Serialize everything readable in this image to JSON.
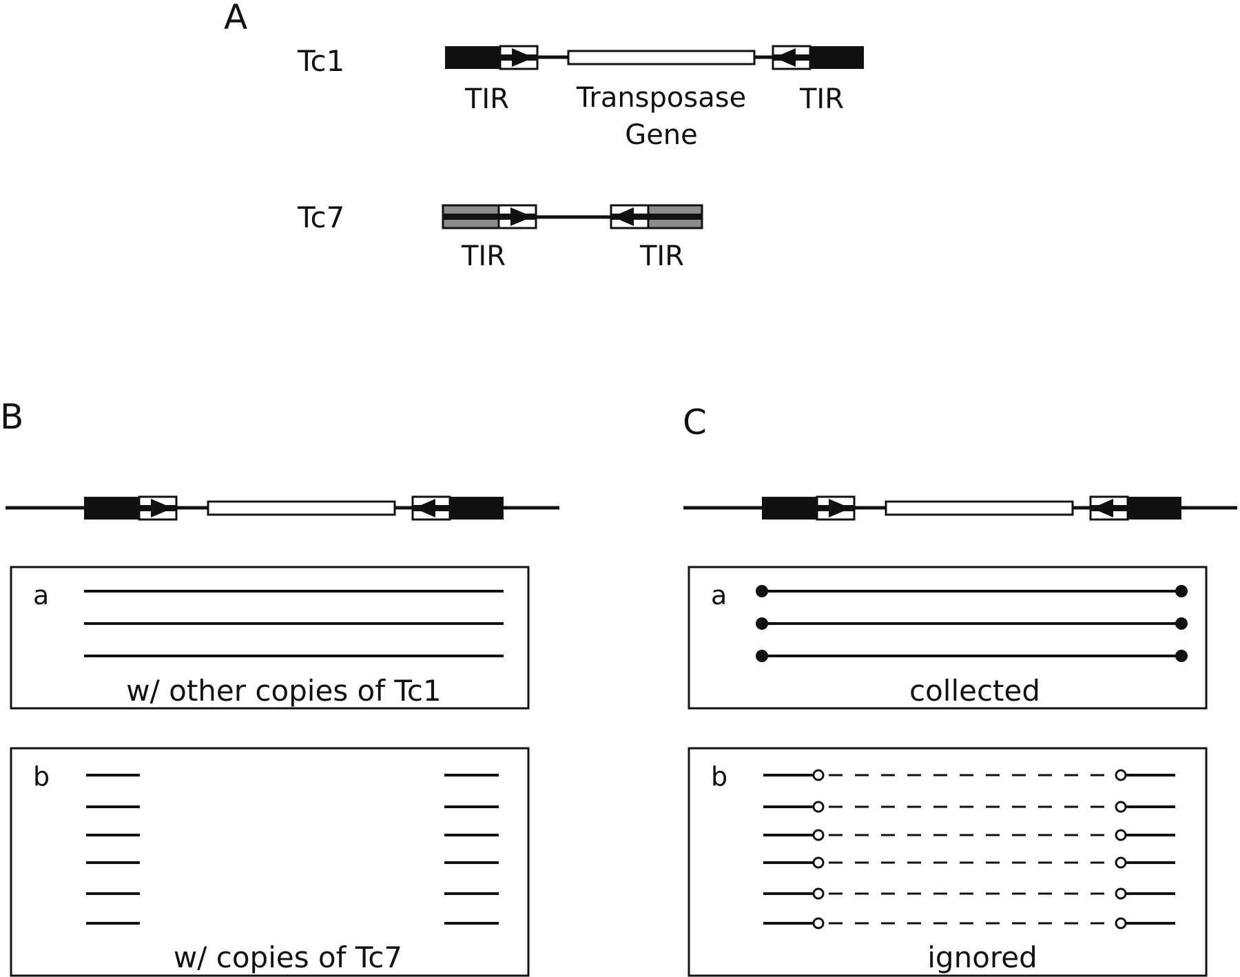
{
  "panel_a": {
    "letter": "A",
    "tc1": {
      "name": "Tc1",
      "tir_left": "TIR",
      "gene_line1": "Transposase",
      "gene_line2": "Gene",
      "tir_right": "TIR"
    },
    "tc7": {
      "name": "Tc7",
      "tir_left": "TIR",
      "tir_right": "TIR"
    }
  },
  "panel_b": {
    "letter": "B",
    "box_a": {
      "letter": "a",
      "caption": "w/ other copies of Tc1",
      "line_count": 3
    },
    "box_b": {
      "letter": "b",
      "caption": "w/ copies of Tc7",
      "pair_count": 6
    }
  },
  "panel_c": {
    "letter": "C",
    "box_a": {
      "letter": "a",
      "caption": "collected",
      "line_count": 3
    },
    "box_b": {
      "letter": "b",
      "caption": "ignored",
      "row_count": 6
    }
  },
  "colors": {
    "ink": "#111111",
    "tc7_fill": "#8c8c8c",
    "white": "#ffffff"
  }
}
